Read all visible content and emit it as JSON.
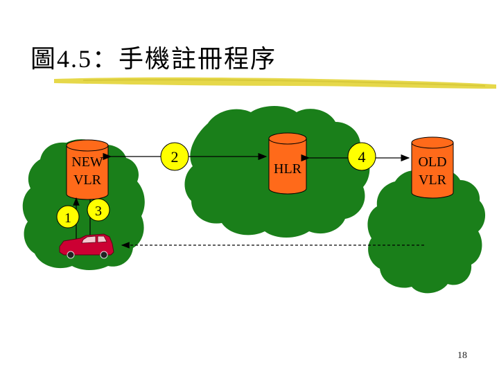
{
  "slide": {
    "title": "圖4.5：手機註冊程序",
    "page_number": "18"
  },
  "diagram": {
    "databases": {
      "new_vlr": [
        "NEW",
        "VLR"
      ],
      "hlr": "HLR",
      "old_vlr": [
        "OLD",
        "VLR"
      ]
    },
    "steps": {
      "step1": "1",
      "step2": "2",
      "step3": "3",
      "step4": "4"
    }
  },
  "colors": {
    "cloud": "#1a7f1a",
    "database": "#ff6a1a",
    "step_circle": "#ffff00",
    "car": "#cc0033"
  }
}
